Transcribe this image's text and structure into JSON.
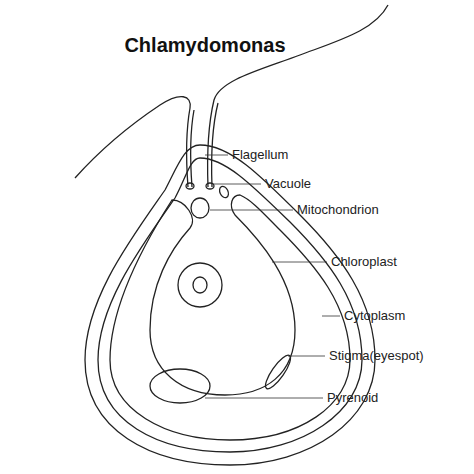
{
  "diagram": {
    "title": "Chlamydomonas",
    "labels": [
      "Flagellum",
      "Vacuole",
      "Mitochondrion",
      "Chloroplast",
      "Cytoplasm",
      "Stigma(eyespot)",
      "Pyrenoid"
    ]
  }
}
